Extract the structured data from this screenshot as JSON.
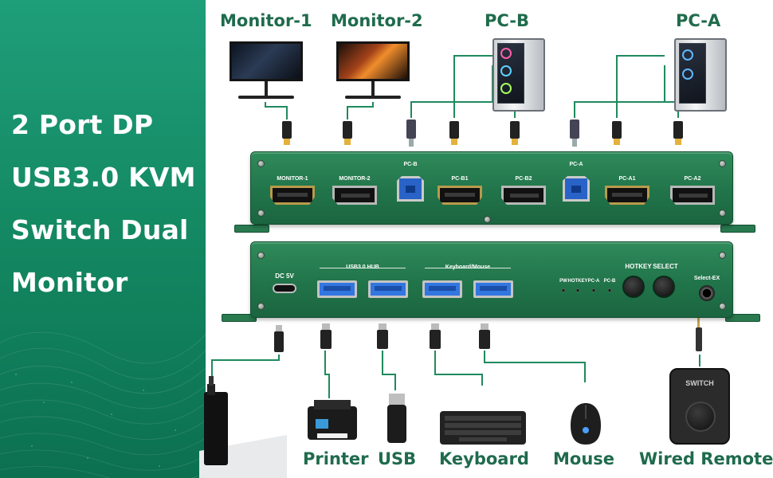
{
  "headline": [
    "2 Port DP",
    "USB3.0 KVM",
    "Switch Dual",
    "Monitor"
  ],
  "top_devices": {
    "monitor1": "Monitor-1",
    "monitor2": "Monitor-2",
    "pcb": "PC-B",
    "pca": "PC-A"
  },
  "top_unit": {
    "ports": [
      "MONITOR-1",
      "MONITOR-2",
      "PC-B",
      "PC-B1",
      "PC-B2",
      "PC-A",
      "PC-A1",
      "PC-A2"
    ]
  },
  "bottom_unit": {
    "dc_label": "DC 5V",
    "usb_hub_label": "USB3.0 HUB",
    "kbm_label": "Keyboard/Mouse",
    "leds": [
      "PW",
      "HOTKEY",
      "PC-A",
      "PC-B"
    ],
    "hotkey_label": "HOTKEY",
    "select_label": "SELECT",
    "select_ex_label": "Select-EX"
  },
  "remote_text": "SWITCH",
  "bottom_devices": {
    "printer": "Printer",
    "usb": "USB",
    "keyboard": "Keyboard",
    "mouse": "Mouse",
    "wired_remote": "Wired Remote"
  },
  "colors": {
    "brand_green": "#1f9e7a",
    "wire_green": "#1f8a5e",
    "label_green": "#1f6b4c",
    "device_green": "#21744a"
  }
}
